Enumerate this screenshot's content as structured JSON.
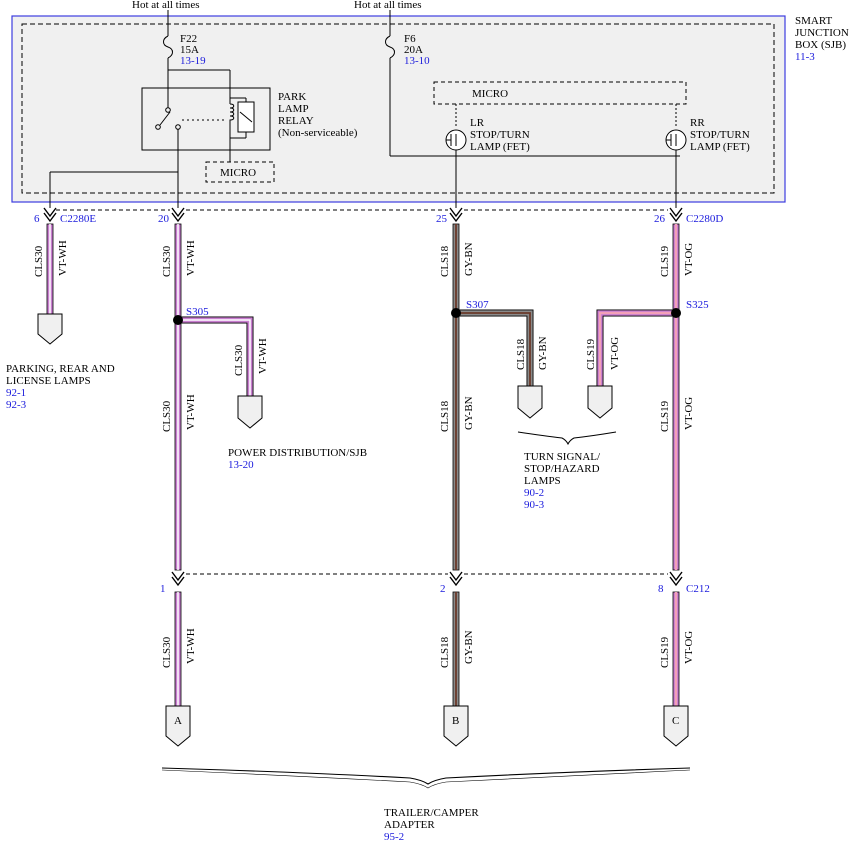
{
  "supply": {
    "left": "Hot at all times",
    "right": "Hot at all times"
  },
  "sjb": {
    "name": [
      "SMART",
      "JUNCTION",
      "BOX (SJB)"
    ],
    "ref": "11-3"
  },
  "fuses": [
    {
      "id": "F22",
      "rating": "15A",
      "ref": "13-19"
    },
    {
      "id": "F6",
      "rating": "20A",
      "ref": "13-10"
    }
  ],
  "relay": {
    "lines": [
      "PARK",
      "LAMP",
      "RELAY",
      "(Non-serviceable)"
    ]
  },
  "micro_labels": [
    "MICRO",
    "MICRO"
  ],
  "fets": [
    {
      "lines": [
        "LR",
        "STOP/TURN",
        "LAMP (FET)"
      ]
    },
    {
      "lines": [
        "RR",
        "STOP/TURN",
        "LAMP (FET)"
      ]
    }
  ],
  "connectors_top": [
    {
      "pin": "6",
      "name": "C2280E"
    },
    {
      "pin": "20",
      "name": ""
    },
    {
      "pin": "25",
      "name": ""
    },
    {
      "pin": "26",
      "name": "C2280D"
    }
  ],
  "connectors_bottom": [
    {
      "pin": "1",
      "name": ""
    },
    {
      "pin": "2",
      "name": ""
    },
    {
      "pin": "8",
      "name": "C212"
    }
  ],
  "splices": [
    "S305",
    "S307",
    "S325"
  ],
  "wires": {
    "w6": {
      "circuit": "CLS30",
      "color": "VT-WH"
    },
    "w20a": {
      "circuit": "CLS30",
      "color": "VT-WH"
    },
    "w20b": {
      "circuit": "CLS30",
      "color": "VT-WH"
    },
    "w305": {
      "circuit": "CLS30",
      "color": "VT-WH"
    },
    "w25a": {
      "circuit": "CLS18",
      "color": "GY-BN"
    },
    "w25b": {
      "circuit": "CLS18",
      "color": "GY-BN"
    },
    "w307": {
      "circuit": "CLS18",
      "color": "GY-BN"
    },
    "w26a": {
      "circuit": "CLS19",
      "color": "VT-OG"
    },
    "w26b": {
      "circuit": "CLS19",
      "color": "VT-OG"
    },
    "w325": {
      "circuit": "CLS19",
      "color": "VT-OG"
    },
    "wA": {
      "circuit": "CLS30",
      "color": "VT-WH"
    },
    "wB": {
      "circuit": "CLS18",
      "color": "GY-BN"
    },
    "wC": {
      "circuit": "CLS19",
      "color": "VT-OG"
    }
  },
  "destinations": {
    "parking": {
      "lines": [
        "PARKING, REAR AND",
        "LICENSE LAMPS"
      ],
      "refs": [
        "92-1",
        "92-3"
      ]
    },
    "power": {
      "lines": [
        "POWER DISTRIBUTION/SJB"
      ],
      "refs": [
        "13-20"
      ]
    },
    "turn": {
      "lines": [
        "TURN SIGNAL/",
        "STOP/HAZARD",
        "LAMPS"
      ],
      "refs": [
        "90-2",
        "90-3"
      ]
    },
    "trailer": {
      "lines": [
        "TRAILER/CAMPER",
        "ADAPTER"
      ],
      "refs": [
        "95-2"
      ]
    }
  },
  "adapter_pins": [
    "A",
    "B",
    "C"
  ],
  "colors": {
    "violet": "#c97fd0",
    "white": "#ffffff",
    "gray": "#8a8a8a",
    "brown": "#6b3a2a",
    "orange": "#f3a0b8",
    "ref_text": "#1a1adc",
    "sjb_border": "#3c3ce0"
  }
}
